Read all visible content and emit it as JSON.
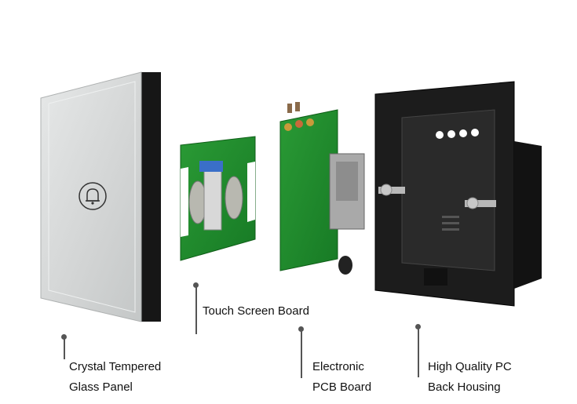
{
  "components": [
    {
      "name": "glass-panel",
      "label_lines": [
        "Crystal Tempered",
        "Glass Panel"
      ]
    },
    {
      "name": "touch-board",
      "label_lines": [
        "Touch Screen Board"
      ]
    },
    {
      "name": "pcb-board",
      "label_lines": [
        "Electronic",
        "PCB Board"
      ]
    },
    {
      "name": "back-housing",
      "label_lines": [
        "High Quality PC",
        "Back Housing"
      ]
    }
  ],
  "colors": {
    "glass": "#d7d9d9",
    "glass_edge": "#1c1c1c",
    "pcb_green": "#1f8a2c",
    "housing": "#1a1a1a",
    "metal": "#b8b8b8"
  },
  "icons": [
    "bell-icon"
  ]
}
